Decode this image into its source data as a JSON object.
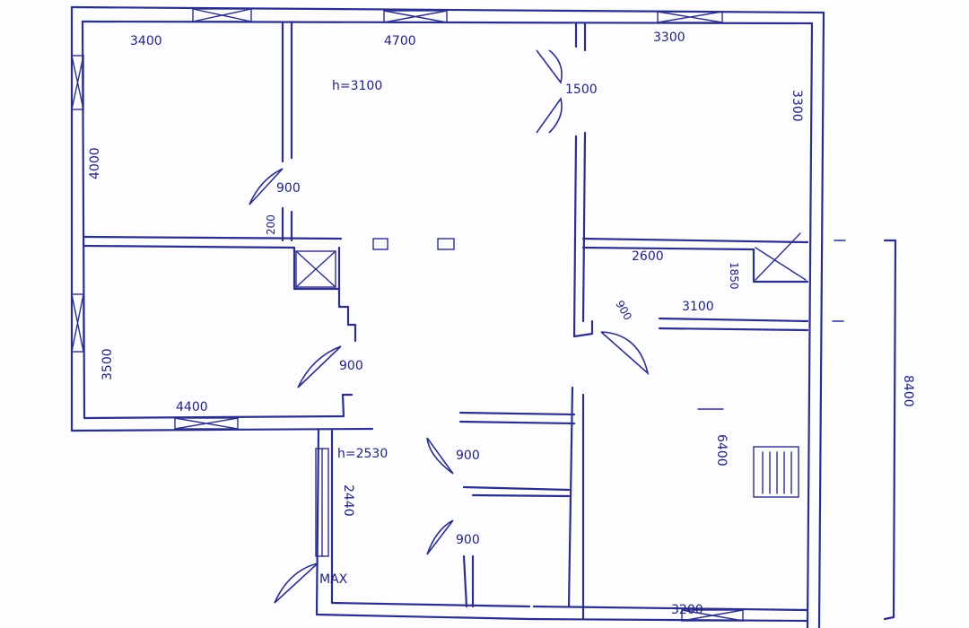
{
  "labels": {
    "top_left_width": "3400",
    "top_middle_width": "4700",
    "top_right_width": "3300",
    "left_room_height": "4000",
    "ceiling_height_main": "h=3100",
    "door_top_right": "1500",
    "right_room_height": "3300",
    "door_left_upper": "900",
    "small_gap": "200",
    "corridor_width": "2600",
    "corridor_height": "1850",
    "door_corridor": "900",
    "middle_right_width": "3100",
    "lower_left_height": "3500",
    "door_left_lower": "900",
    "lower_left_width": "4400",
    "ceiling_height_bath": "h=2530",
    "door_bath_upper": "900",
    "bath_height": "2440",
    "right_lower_height": "6400",
    "door_bath_lower": "900",
    "entrance_door": "MAX",
    "bottom_right_width": "3200",
    "total_height": "8400"
  }
}
